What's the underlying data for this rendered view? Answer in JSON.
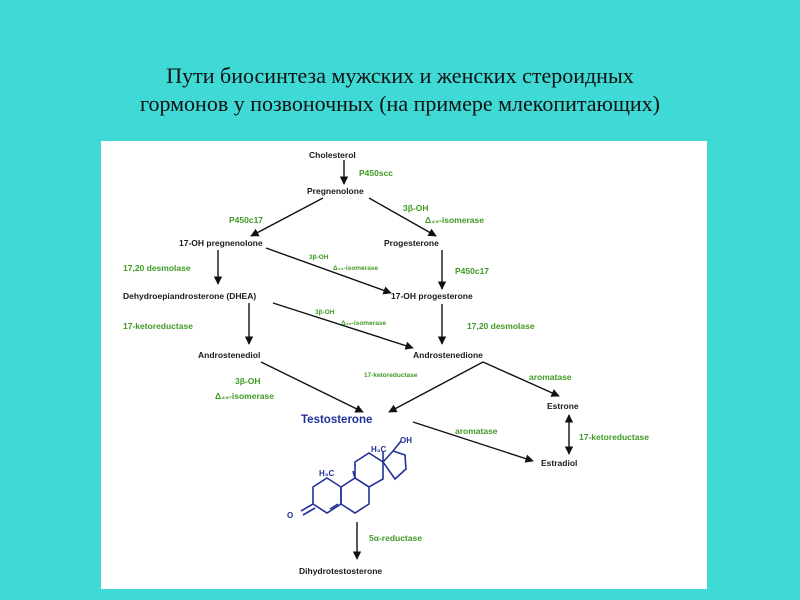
{
  "title": {
    "line1": "Пути биосинтеза мужских и женских стероидных",
    "line2": "гормонов у позвоночных (на примере млекопитающих)"
  },
  "diagram": {
    "compounds": {
      "cholesterol": "Cholesterol",
      "pregnenolone": "Pregnenolone",
      "oh_pregnenolone": "17-OH pregnenolone",
      "progesterone": "Progesterone",
      "dhea": "Dehydroepiandrosterone (DHEA)",
      "oh_progesterone": "17-OH progesterone",
      "androstenediol": "Androstenediol",
      "androstenedione": "Androstenedione",
      "testosterone": "Testosterone",
      "estrone": "Estrone",
      "estradiol": "Estradiol",
      "dht": "Dihydrotestosterone"
    },
    "enzymes": {
      "p450scc": "P450scc",
      "p450c17_left": "P450c17",
      "hsd_right": "3β-OH",
      "isomerase_right": "Δ₄₅-isomerase",
      "desmolase_left": "17,20 desmolase",
      "hsd_mid1": "3β-OH",
      "isomerase_mid1": "Δ₄₅-isomerase",
      "p450c17_right": "P450c17",
      "ketoreductase_left": "17-ketoreductase",
      "hsd_mid2": "3β-OH",
      "isomerase_mid2": "Δ₄₅-isomerase",
      "desmolase_right": "17,20 desmolase",
      "ketoreductase_mid": "17-ketoreductase",
      "aromatase_top": "aromatase",
      "hsd_lower": "3β-OH",
      "isomerase_lower": "Δ₄₅-isomerase",
      "aromatase_mid": "aromatase",
      "ketoreductase_right": "17-ketoreductase",
      "reductase_5a": "5α-reductase"
    },
    "structure_labels": {
      "oh": "OH",
      "h3c_top": "H₃C",
      "h3c_left": "H₃C",
      "oxo": "O"
    }
  }
}
